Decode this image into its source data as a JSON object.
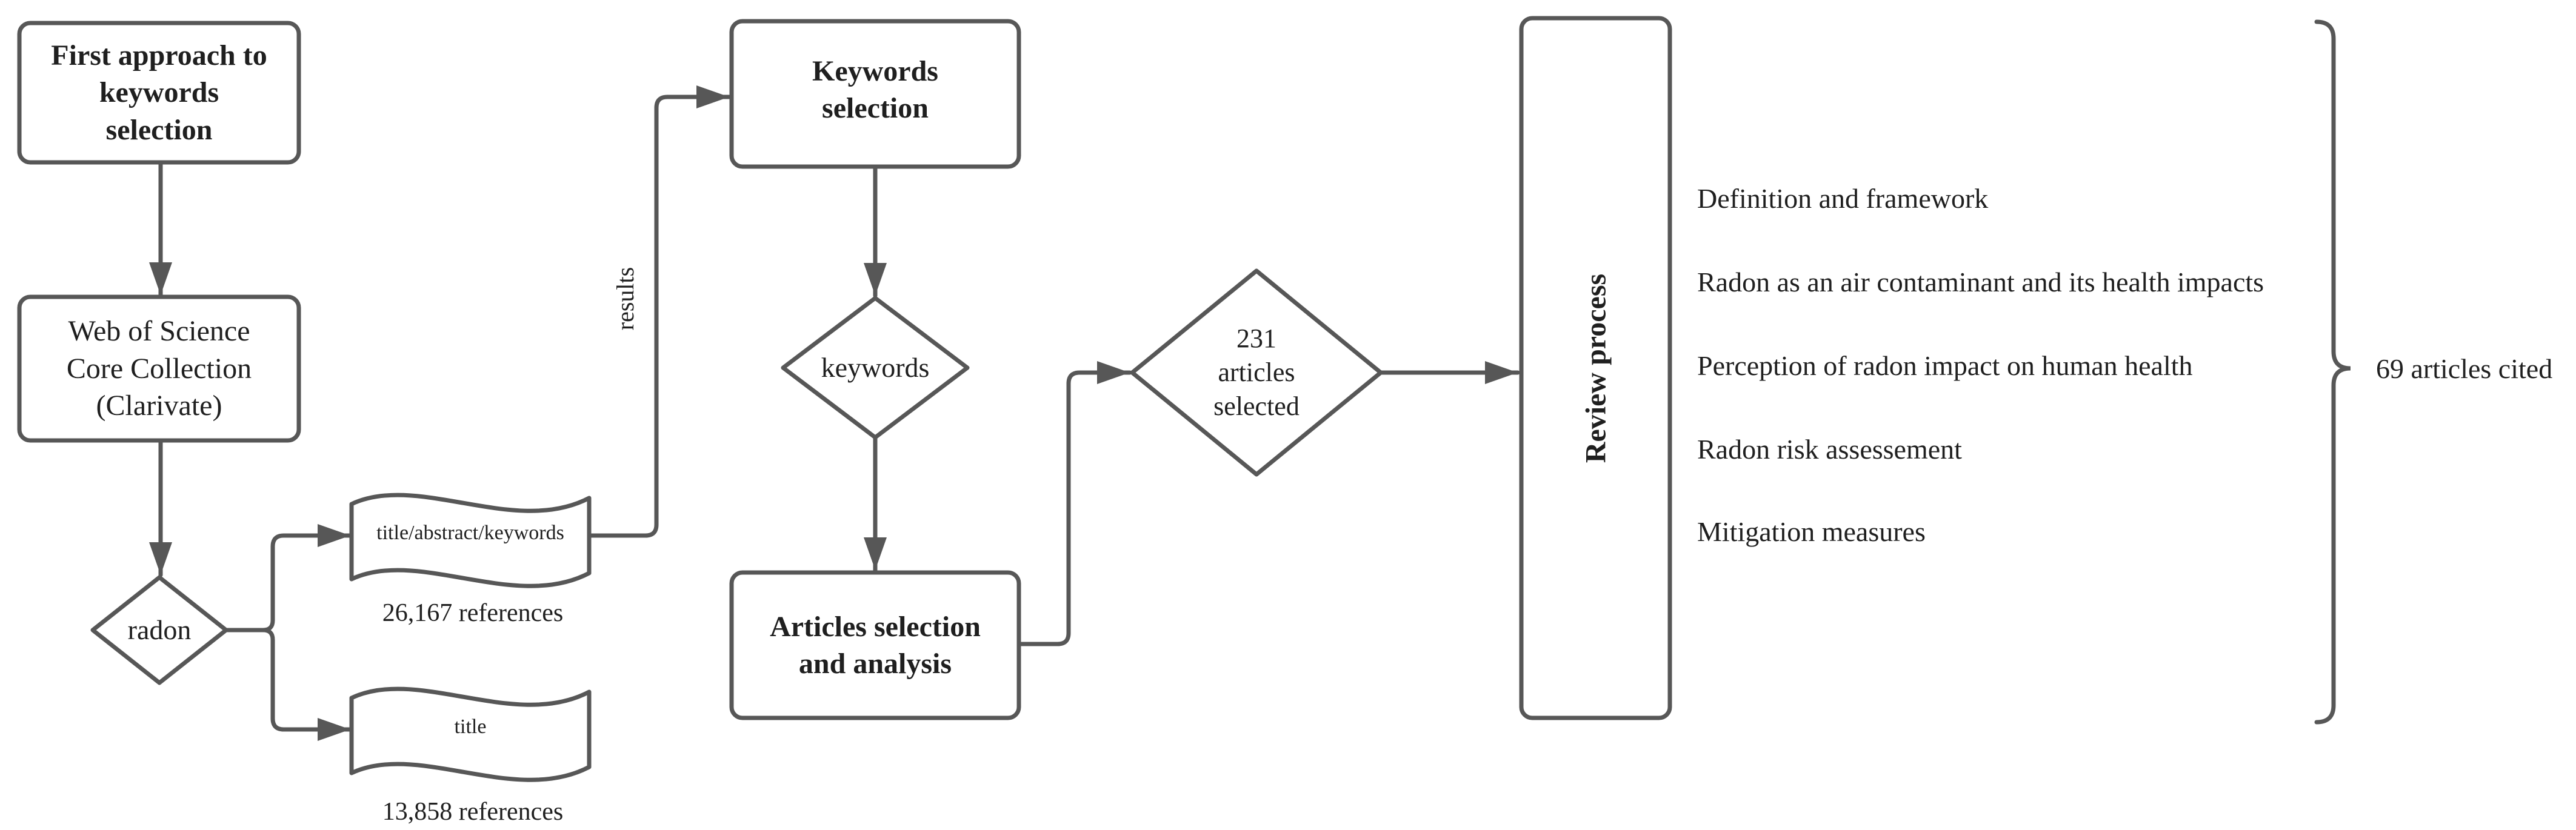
{
  "colors": {
    "stroke": "#575757",
    "text": "#1f1f1f",
    "fill": "#ffffff"
  },
  "flow": {
    "first_approach": "First approach to\nkeywords\nselection",
    "web_of_science": "Web of Science\nCore Collection\n(Clarivate)",
    "radon_decision": "radon",
    "tape_top": "title/abstract/keywords",
    "tape_top_count": "26,167 references",
    "tape_bottom": "title",
    "tape_bottom_count": "13,858 references",
    "results_edge": "results",
    "keywords_selection": "Keywords\nselection",
    "keywords_decision": "keywords",
    "articles_selection": "Articles selection\nand analysis",
    "articles_selected": "231\narticles\nselected",
    "review_process": "Review process",
    "topics": [
      "Definition and framework",
      "Radon as an air contaminant and its health impacts",
      "Perception of radon impact on human health",
      "Radon risk assessement",
      "Mitigation measures"
    ],
    "cited_total": "69 articles cited"
  }
}
